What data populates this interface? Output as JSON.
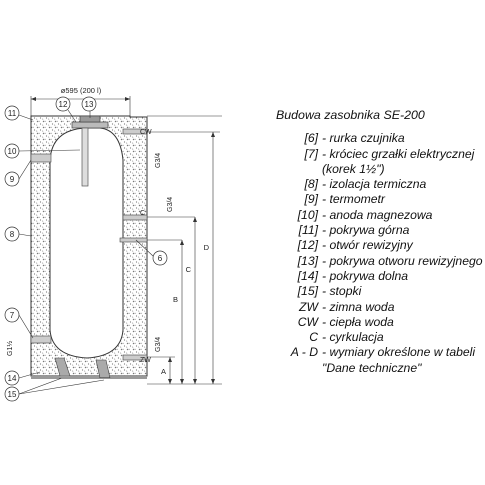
{
  "diagram": {
    "width_label": "ø595 (200 l)",
    "callouts": [
      "11",
      "12",
      "13",
      "10",
      "9",
      "8",
      "7",
      "6",
      "14",
      "15"
    ],
    "port_labels": {
      "cw": "CW",
      "c": "C",
      "zw": "ZW",
      "g34_top": "G3/4",
      "g34_mid": "G3/4",
      "g34_bottom": "G3/4",
      "g112": "G1½"
    },
    "dimension_labels": {
      "a": "A",
      "b": "B",
      "c": "C",
      "d": "D"
    }
  },
  "legend": {
    "title": "Budowa zasobnika SE-200",
    "items": [
      {
        "key": "[6]",
        "text": "- rurka czujnika"
      },
      {
        "key": "[7]",
        "text": "- króciec grzałki elektrycznej"
      },
      {
        "key": "",
        "text": "(korek 1½\")"
      },
      {
        "key": "[8]",
        "text": "- izolacja termiczna"
      },
      {
        "key": "[9]",
        "text": "- termometr"
      },
      {
        "key": "[10]",
        "text": "- anoda magnezowa"
      },
      {
        "key": "[11]",
        "text": "- pokrywa górna"
      },
      {
        "key": "[12]",
        "text": "- otwór rewizyjny"
      },
      {
        "key": "[13]",
        "text": "- pokrywa otworu rewizyjnego"
      },
      {
        "key": "[14]",
        "text": "- pokrywa dolna"
      },
      {
        "key": "[15]",
        "text": "- stopki"
      },
      {
        "key": "ZW",
        "text": "- zimna woda"
      },
      {
        "key": "CW",
        "text": "- ciepła woda"
      },
      {
        "key": "C",
        "text": "- cyrkulacja"
      },
      {
        "key": "A - D",
        "text": "- wymiary określone w tabeli"
      },
      {
        "key": "",
        "text": "\"Dane techniczne\""
      }
    ]
  }
}
